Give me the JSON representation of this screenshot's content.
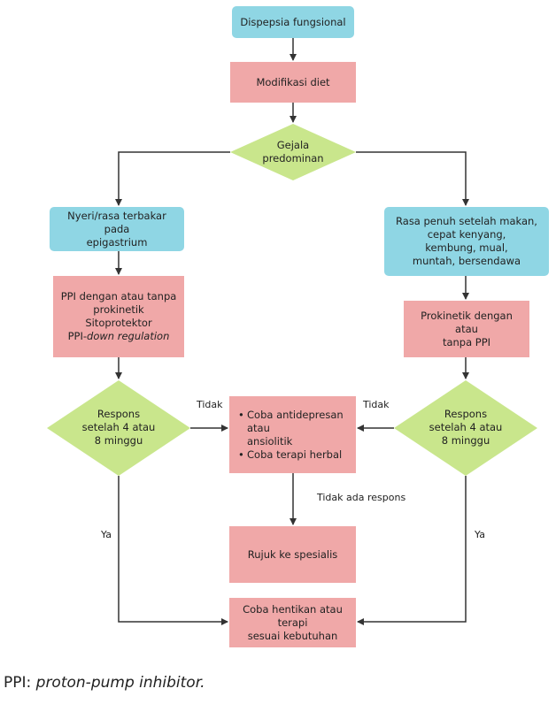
{
  "nodes": {
    "start": "Dispepsia fungsional",
    "diet": "Modifikasi diet",
    "symptom": [
      "Gejala",
      "predominan"
    ],
    "left_symptom": [
      "Nyeri/rasa terbakar pada",
      "epigastrium"
    ],
    "right_symptom": [
      "Rasa penuh setelah makan,",
      "cepat kenyang,",
      "kembung, mual,",
      "muntah, bersendawa"
    ],
    "left_therapy": {
      "l1": "PPI dengan atau tanpa",
      "l2": "prokinetik",
      "l3": "Sitoprotektor",
      "l4_prefix": "PPI-",
      "l4_italic": "down regulation"
    },
    "right_therapy": [
      "Prokinetik dengan atau",
      "tanpa PPI"
    ],
    "left_response": [
      "Respons",
      "setelah 4 atau",
      "8 minggu"
    ],
    "right_response": [
      "Respons",
      "setelah 4 atau",
      "8 minggu"
    ],
    "alternative": {
      "b1": [
        "Coba antidepresan atau",
        "ansiolitik"
      ],
      "b2": "Coba terapi herbal",
      "bullet": "•"
    },
    "refer": "Rujuk ke spesialis",
    "stop": [
      "Coba hentikan atau terapi",
      "sesuai kebutuhan"
    ]
  },
  "edge_labels": {
    "left_no": "Tidak",
    "right_no": "Tidak",
    "no_response": "Tidak ada respons",
    "left_yes": "Ya",
    "right_yes": "Ya"
  },
  "footnote": {
    "abbr": "PPI: ",
    "expansion": "proton-pump inhibitor."
  },
  "colors": {
    "blue": "#8fd6e4",
    "pink": "#f0a8a8",
    "green": "#c9e68c",
    "line": "#333333"
  }
}
